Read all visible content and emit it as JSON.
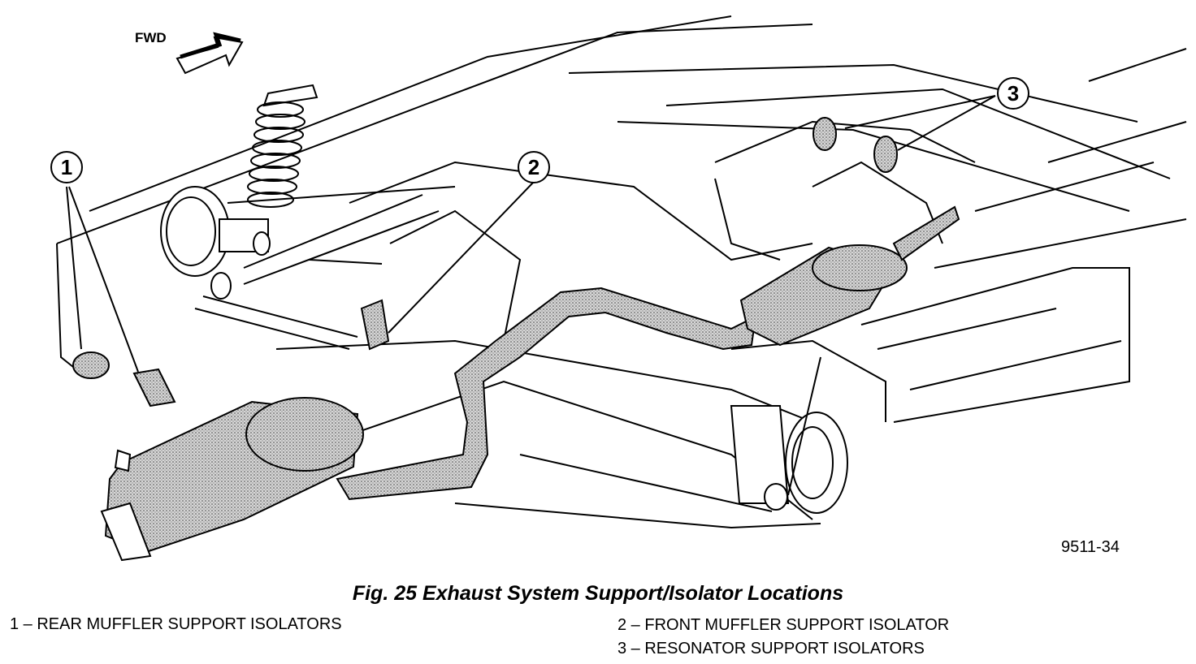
{
  "direction_label": "FWD",
  "figure_id": "9511-34",
  "caption": "Fig. 25 Exhaust System Support/Isolator Locations",
  "callouts": [
    "1",
    "2",
    "3"
  ],
  "legend": [
    "1  –  REAR MUFFLER SUPPORT ISOLATORS",
    "2  –  FRONT MUFFLER SUPPORT ISOLATOR",
    "3  –  RESONATOR SUPPORT ISOLATORS"
  ],
  "colors": {
    "line": "#000000",
    "paper": "#ffffff",
    "component_fill": "#bdbdbd"
  }
}
